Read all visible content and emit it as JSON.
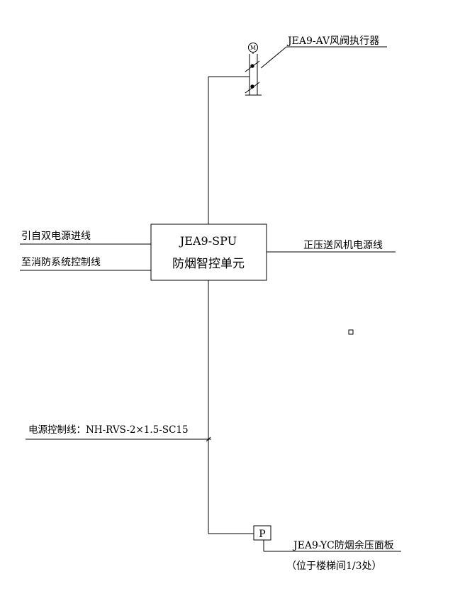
{
  "actuator": {
    "label": "JEA9-AV风阀执行器",
    "motor_symbol": "M"
  },
  "control_unit": {
    "model": "JEA9-SPU",
    "name": "防烟智控单元"
  },
  "left_lines": {
    "power_in": "引自双电源进线",
    "fire_control": "至消防系统控制线"
  },
  "right_line": {
    "fan_power": "正压送风机电源线"
  },
  "power_control_line": {
    "label": "电源控制线：NH-RVS-2×1.5-SC15"
  },
  "pressure_panel": {
    "symbol": "P",
    "label": "JEA9-YC防烟余压面板",
    "location": "（位于楼梯间1/3处）"
  }
}
